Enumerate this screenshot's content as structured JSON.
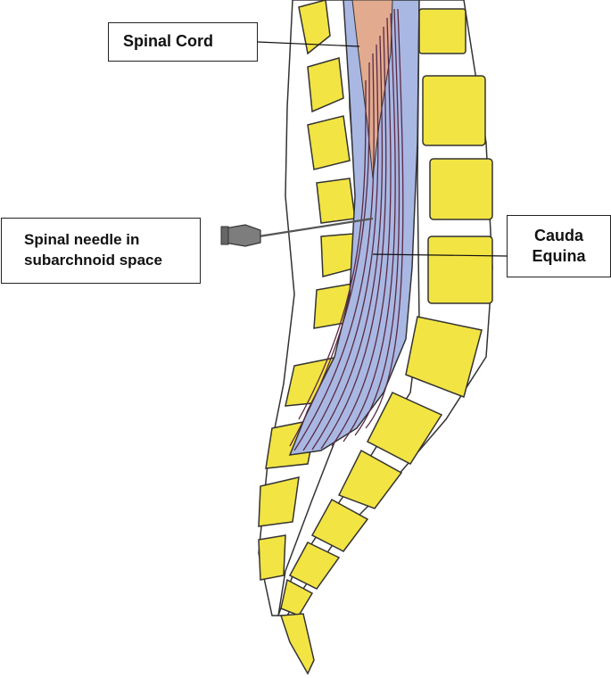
{
  "labels": {
    "spinal_cord": "Spinal Cord",
    "needle_line1": "Spinal needle in",
    "needle_line2": "subarchnoid space",
    "cauda_line1": "Cauda",
    "cauda_line2": "Equina"
  },
  "colors": {
    "vertebra": "#f2e443",
    "dura": "#a9b8e3",
    "spinal_cord": "#e2aa8e",
    "nerve_roots": "#5a2a45",
    "outline": "#333333",
    "needle": "#777777"
  }
}
